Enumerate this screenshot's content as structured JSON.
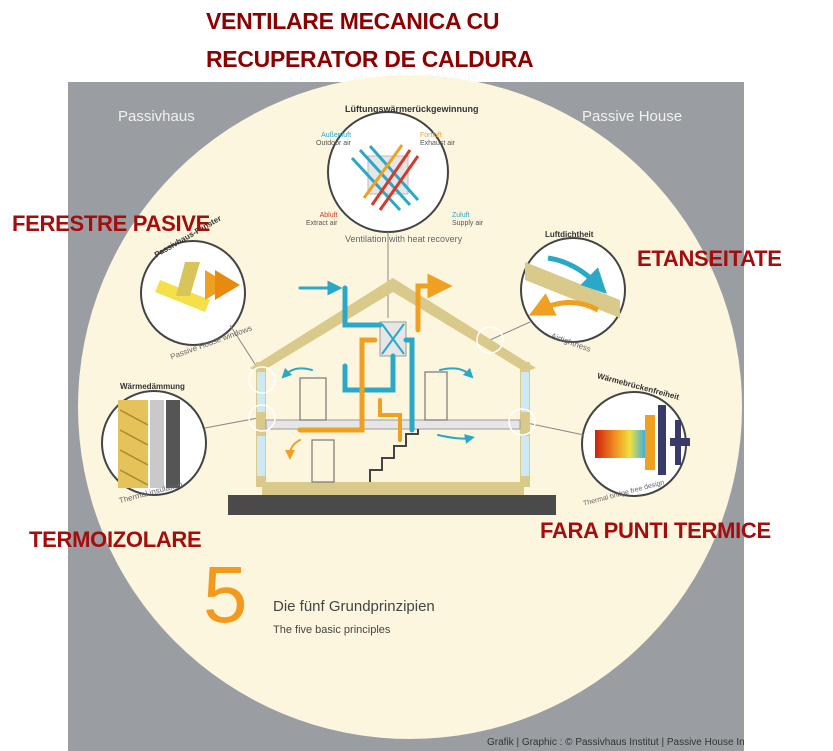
{
  "title": {
    "line1": "VENTILARE MECANICA CU",
    "line2": "RECUPERATOR DE CALDURA"
  },
  "labels": {
    "windows": "FERESTRE PASIVE",
    "airtight": "ETANSEITATE",
    "insulation": "TERMOIZOLARE",
    "thermal_bridge": "FARA PUNTI TERMICE"
  },
  "graphic": {
    "corner_left": "Passivhaus",
    "corner_right": "Passive House",
    "number": "5",
    "principles_de": "Die fünf Grundprinzipien",
    "principles_en": "The five basic principles",
    "credit": "Grafik | Graphic : © Passivhaus Institut | Passive House Inst",
    "ventilation": {
      "arc_de": "Lüftungswärmerückgewinnung",
      "arc_en": "Ventilation with heat recovery",
      "outdoor_de": "Außenluft",
      "outdoor_en": "Outdoor air",
      "exhaust_de": "Fortluft",
      "exhaust_en": "Exhaust air",
      "extract_de": "Abluft",
      "extract_en": "Extract air",
      "supply_de": "Zuluft",
      "supply_en": "Supply air"
    },
    "windows_de": "Passivhaus-Fenster",
    "windows_en": "Passive House windows",
    "airtight_de": "Luftdichtheit",
    "airtight_en": "Airtightness",
    "insulation_de": "Wärmedämmung",
    "insulation_en": "Thermal insulation",
    "bridge_de": "Wärmebrückenfreiheit",
    "bridge_en": "Thermal bridge free design"
  },
  "colors": {
    "title_red": "#8b0000",
    "panel_gray": "#9a9ea3",
    "circle_fill": "#fdf6df",
    "supply_blue": "#29a9c7",
    "exhaust_orange": "#f0a020",
    "wall_tan": "#d9c98a",
    "number_orange": "#f39a1e"
  }
}
